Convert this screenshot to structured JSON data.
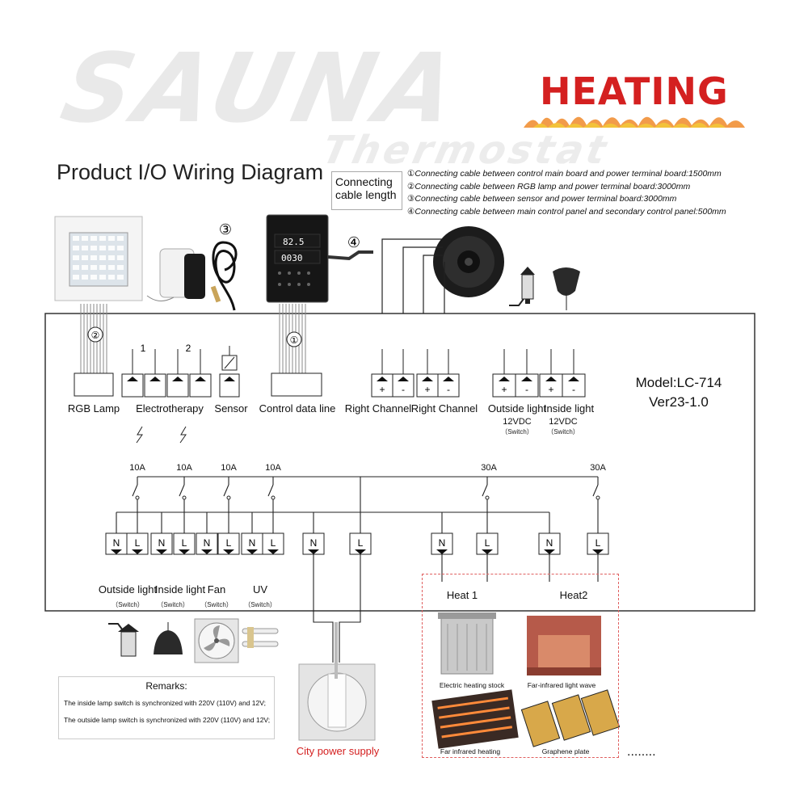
{
  "watermark": {
    "line1": "SAUNA",
    "line2": "Thermostat"
  },
  "heading_logo": "HEATING",
  "title": "Product I/O Wiring Diagram",
  "cable_length": {
    "label": "Connecting cable length",
    "notes": [
      "①Connecting cable between control main board and power terminal board:1500mm",
      "②Connecting cable between RGB lamp and power terminal board:3000mm",
      "③Connecting cable between sensor and power terminal board:3000mm",
      "④Connecting cable between main control panel and secondary control panel:500mm"
    ]
  },
  "markers": {
    "m1": "①",
    "m2": "②",
    "m3": "③",
    "m4": "④"
  },
  "panel_display": {
    "temp": "82.5",
    "time": "0030"
  },
  "model": {
    "name": "Model:LC-714",
    "version": "Ver23-1.0"
  },
  "top_terminals": {
    "rgb_lamp": "RGB Lamp",
    "electrotherapy": "Electrotherapy",
    "electro_num1": "1",
    "electro_num2": "2",
    "sensor": "Sensor",
    "control_data_line": "Control data line",
    "right_channel_1": "Right Channel",
    "right_channel_2": "Right Channel",
    "plus": "+",
    "minus": "-",
    "outside_light": "Outside light",
    "inside_light": "Inside light",
    "voltage": "12VDC",
    "switch": "（Switch）"
  },
  "amps": {
    "a10": "10A",
    "a30": "30A"
  },
  "terminals": {
    "n": "N",
    "l": "L"
  },
  "bottom_outputs": {
    "outside_light": "Outside light",
    "inside_light": "Inside light",
    "fan": "Fan",
    "uv": "UV",
    "switch": "（Switch）",
    "heat1": "Heat 1",
    "heat2": "Heat2"
  },
  "remarks": {
    "title": "Remarks:",
    "lines": [
      "The inside lamp switch is synchronized with 220V (110V) and 12V;",
      "The outside lamp switch is synchronized with 220V (110V) and 12V;"
    ]
  },
  "city_power": "City power supply",
  "heat_options": {
    "electric": "Electric heating stock",
    "far_wave": "Far-infrared light wave",
    "far_heating": "Far infrared heating",
    "graphene": "Graphene plate",
    "more": "........"
  },
  "colors": {
    "accent_red": "#d42020",
    "line": "#222222",
    "frame": "#333333"
  }
}
